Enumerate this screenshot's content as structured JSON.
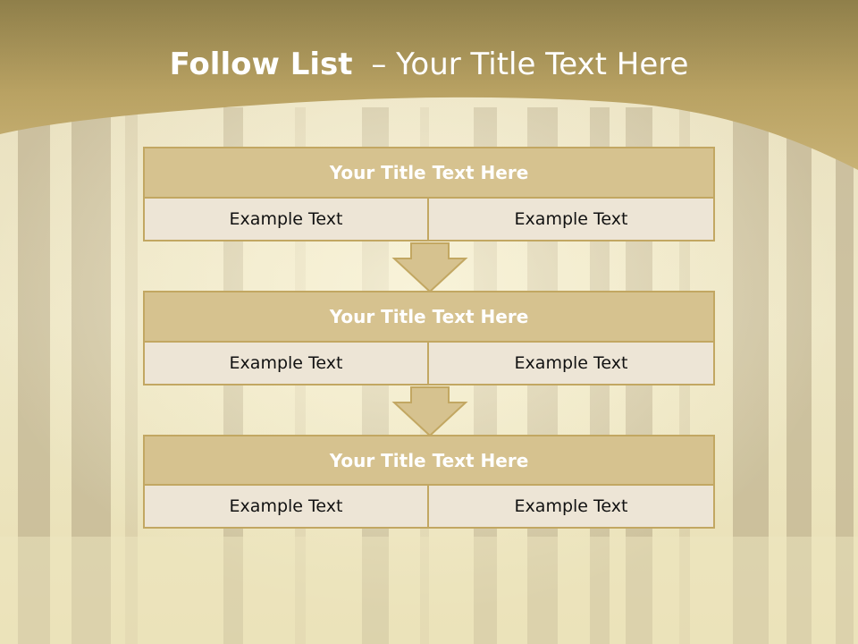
{
  "colors": {
    "header_band": "#b9a263",
    "box_border": "#c2a762",
    "title_fill": "#d6c28f",
    "cell_fill": "#ede5d6"
  },
  "slide": {
    "title_bold": "Follow List",
    "title_rest": "– Your Title Text Here"
  },
  "steps": [
    {
      "title": "Your Title Text Here",
      "left": "Example Text",
      "right": "Example Text"
    },
    {
      "title": "Your Title Text Here",
      "left": "Example Text",
      "right": "Example Text"
    },
    {
      "title": "Your Title Text Here",
      "left": "Example Text",
      "right": "Example Text"
    }
  ]
}
